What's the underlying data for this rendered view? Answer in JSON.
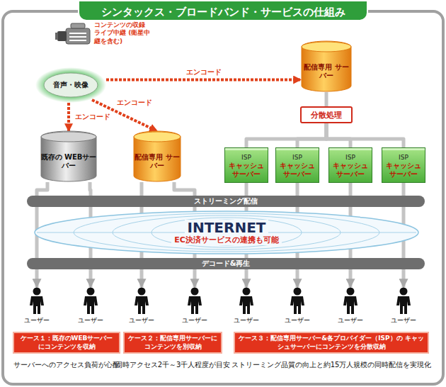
{
  "diagram": {
    "title": "シンタックス・ブロードバンド・サービスの仕組み",
    "nodes": [
      {
        "text": [
          "音声・映像"
        ]
      },
      {
        "text": [
          "既存の WEBサーバー"
        ]
      },
      {
        "text": [
          "配信専用 サーバー"
        ]
      },
      {
        "text": [
          "配信専用 サーバー"
        ]
      },
      {
        "text": [
          "分散処理"
        ]
      },
      {
        "text": [
          "ISP",
          "キャッシュ サーバー"
        ]
      },
      {
        "text": [
          "ISP",
          "キャッシュ サーバー"
        ]
      },
      {
        "text": [
          "ISP",
          "キャッシュ サーバー"
        ]
      },
      {
        "text": [
          "ISP",
          "キャッシュ サーバー"
        ]
      },
      {
        "text": [
          "ストリーミング配信"
        ]
      },
      {
        "text": [
          "INTERNET",
          "EC決済サービスの連携も可能"
        ]
      },
      {
        "text": [
          "デコード&再生"
        ]
      },
      {
        "text": [
          "ユーザー"
        ]
      },
      {
        "text": [
          "ユーザー"
        ]
      },
      {
        "text": [
          "ユーザー"
        ]
      },
      {
        "text": [
          "ユーザー"
        ]
      },
      {
        "text": [
          "ユーザー"
        ]
      },
      {
        "text": [
          "ユーザー"
        ]
      },
      {
        "text": [
          "ユーザー"
        ]
      },
      {
        "text": [
          "ユーザー"
        ]
      },
      {
        "text": [
          "ケース１：既存のWEBサーバー にコンテンツを収納"
        ]
      },
      {
        "text": [
          "ケース２：配信専用サーバーに コンテンツを別収納"
        ]
      },
      {
        "text": [
          "ケース３：配信専用サーバー&各プロバイダー（ISP）の キャッシュサーバーにコンテンツを分散収納"
        ]
      }
    ],
    "edges": [
      {
        "from": 0,
        "to": 1,
        "arrow": "to",
        "label": "エンコード"
      },
      {
        "from": 0,
        "to": 2,
        "arrow": "to",
        "label": "エンコード"
      },
      {
        "from": 0,
        "to": 3,
        "arrow": "to",
        "label": "エンコード"
      },
      {
        "from": 3,
        "to": 4,
        "arrow": "none"
      },
      {
        "from": 4,
        "to": 5,
        "arrow": "none"
      },
      {
        "from": 4,
        "to": 6,
        "arrow": "none"
      },
      {
        "from": 4,
        "to": 7,
        "arrow": "none"
      },
      {
        "from": 4,
        "to": 8,
        "arrow": "none"
      },
      {
        "from": 1,
        "to": 12,
        "arrow": "to"
      },
      {
        "from": 1,
        "to": 13,
        "arrow": "to"
      },
      {
        "from": 2,
        "to": 14,
        "arrow": "to"
      },
      {
        "from": 2,
        "to": 15,
        "arrow": "to"
      },
      {
        "from": 5,
        "to": 16,
        "arrow": "to"
      },
      {
        "from": 6,
        "to": 17,
        "arrow": "to"
      },
      {
        "from": 7,
        "to": 18,
        "arrow": "to"
      },
      {
        "from": 8,
        "to": 19,
        "arrow": "to"
      }
    ],
    "labels": [
      "コンテンツの収録 ライブ中継 (衛星中継を含む)",
      "サーバーへのアクセス負荷が心配",
      "同時アクセス2千～3千人程度が目安",
      "ストリーミング品質の向上と約15万人規模の同時配信を実現化"
    ]
  }
}
